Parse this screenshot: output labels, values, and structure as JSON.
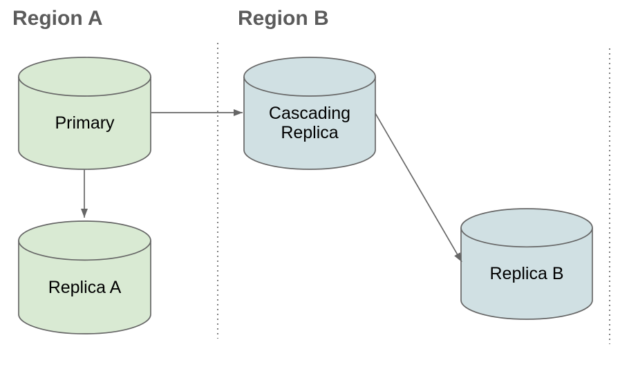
{
  "regions": [
    {
      "label": "Region A"
    },
    {
      "label": "Region B"
    }
  ],
  "nodes": [
    {
      "id": "primary",
      "label": "Primary",
      "shape": "database-cylinder",
      "fill": "#d9ead3",
      "region": "Region A"
    },
    {
      "id": "replica-a",
      "label": "Replica A",
      "shape": "database-cylinder",
      "fill": "#d9ead3",
      "region": "Region A"
    },
    {
      "id": "cascading-replica",
      "label": "Cascading Replica",
      "shape": "database-cylinder",
      "fill": "#d0e0e3",
      "region": "Region B"
    },
    {
      "id": "replica-b",
      "label": "Replica B",
      "shape": "database-cylinder",
      "fill": "#d0e0e3",
      "region": "Region B"
    }
  ],
  "edges": [
    {
      "from": "Primary",
      "to": "Cascading Replica"
    },
    {
      "from": "Primary",
      "to": "Replica A"
    },
    {
      "from": "Cascading Replica",
      "to": "Replica B"
    }
  ],
  "colors": {
    "green_fill": "#d9ead3",
    "blue_fill": "#d0e0e3",
    "shape_stroke": "#666666",
    "arrow": "#666666",
    "region_title_text": "#5b5b5b",
    "node_label_text": "#000000",
    "divider_dots": "#7e7e7e",
    "background": "#ffffff"
  }
}
